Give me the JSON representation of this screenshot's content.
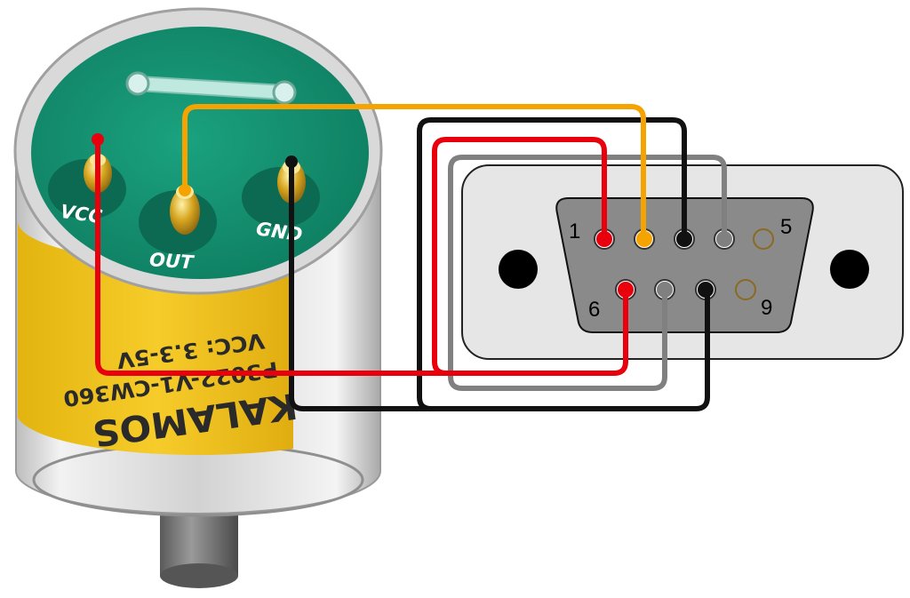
{
  "sensor": {
    "terminals": {
      "vcc": "VCC",
      "out": "OUT",
      "gnd": "GND"
    },
    "sticker": {
      "brand": "KALAMOS",
      "model": "P3022-V1-CW360",
      "supply": "VCC: 3.3-5V"
    }
  },
  "connector": {
    "pin_labels": {
      "p1": "1",
      "p5": "5",
      "p6": "6",
      "p9": "9"
    }
  },
  "colors": {
    "red": "#e8000d",
    "orange": "#f5a300",
    "black": "#111111",
    "gray": "#808080",
    "pcb": "#159474",
    "sticker": "#f3c51a",
    "shell": "#e6e6e6"
  },
  "wires": [
    {
      "name": "vcc-wire",
      "color": "red",
      "from": "VCC",
      "to": "pin 1 and pin 6"
    },
    {
      "name": "out-wire",
      "color": "orange",
      "from": "OUT",
      "to": "pin 2"
    },
    {
      "name": "gnd-wire",
      "color": "black",
      "from": "GND",
      "to": "pin 3 and pin 8"
    },
    {
      "name": "aux-wire",
      "color": "gray",
      "from": "pin 4",
      "to": "pin 7"
    }
  ]
}
